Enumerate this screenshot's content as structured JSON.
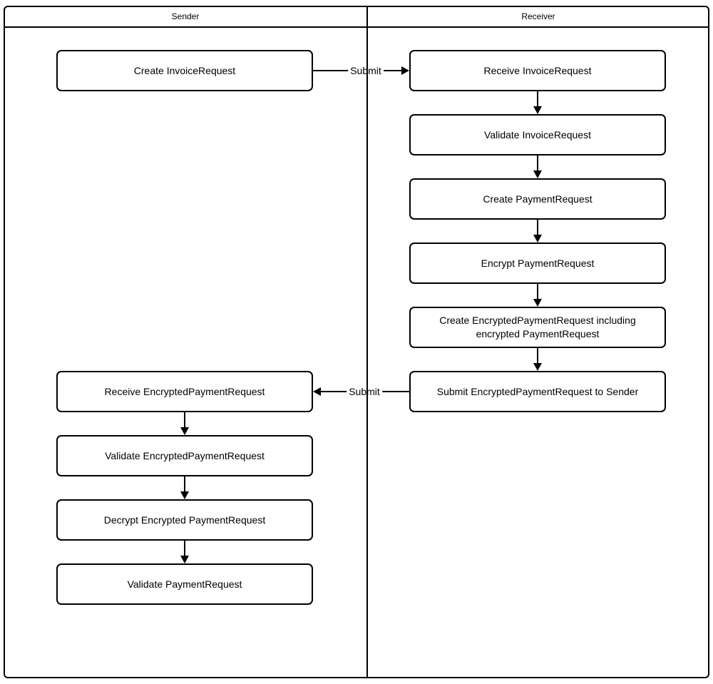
{
  "diagram": {
    "type": "swimlane-flowchart",
    "colors": {
      "stroke": "#000000",
      "fill": "#ffffff",
      "text": "#000000"
    },
    "lanes": [
      {
        "title": "Sender",
        "nodes": [
          {
            "label": "Create InvoiceRequest"
          },
          {
            "label": "Receive EncryptedPaymentRequest"
          },
          {
            "label": "Validate EncryptedPaymentRequest"
          },
          {
            "label": "Decrypt Encrypted PaymentRequest"
          },
          {
            "label": "Validate PaymentRequest"
          }
        ]
      },
      {
        "title": "Receiver",
        "nodes": [
          {
            "label": "Receive InvoiceRequest"
          },
          {
            "label": "Validate InvoiceRequest"
          },
          {
            "label": "Create PaymentRequest"
          },
          {
            "label": "Encrypt PaymentRequest"
          },
          {
            "label": "Create EncryptedPaymentRequest including encrypted PaymentRequest"
          },
          {
            "label": "Submit EncryptedPaymentRequest to Sender"
          }
        ]
      }
    ],
    "edges": [
      {
        "label": "Submit",
        "from": "Create InvoiceRequest",
        "to": "Receive InvoiceRequest"
      },
      {
        "label": "Submit",
        "from": "Submit EncryptedPaymentRequest to Sender",
        "to": "Receive EncryptedPaymentRequest"
      }
    ]
  }
}
